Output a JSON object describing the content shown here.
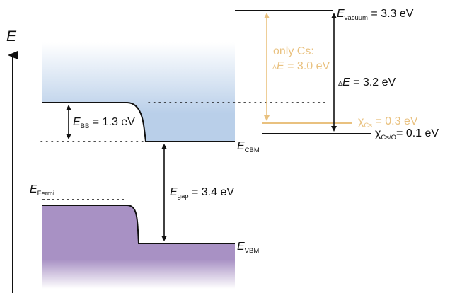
{
  "axis": {
    "label": "E"
  },
  "levels": {
    "vacuum": {
      "symbol": "E",
      "subscript": "vacuum",
      "value": " = 3.3 eV"
    },
    "chi_cs": {
      "symbol": "χ",
      "subscript": "Cs",
      "value": " = 0.3 eV"
    },
    "chi_cso": {
      "symbol": "χ",
      "subscript": "Cs/O",
      "value": "= 0.1 eV"
    },
    "cbm": {
      "symbol": "E",
      "subscript": "CBM"
    },
    "vbm": {
      "symbol": "E",
      "subscript": "VBM"
    },
    "fermi": {
      "symbol": "E",
      "subscript": "Fermi"
    }
  },
  "arrows": {
    "band_bending": {
      "symbol": "E",
      "subscript": "BB",
      "value": " = 1.3 eV"
    },
    "gap": {
      "symbol": "E",
      "subscript": "gap",
      "value": " = 3.4 eV"
    },
    "delta_e_total": {
      "prefix": "Δ",
      "symbol": "E",
      "value": " = 3.2 eV"
    },
    "cs_only": {
      "heading": "only Cs:",
      "prefix": "Δ",
      "symbol": "E",
      "value": " = 3.0 eV"
    }
  },
  "colors": {
    "conduction_band": "#b9cfe9",
    "valence_band": "#a891c4",
    "cs_accent": "#e9c17f",
    "line": "#111111"
  }
}
